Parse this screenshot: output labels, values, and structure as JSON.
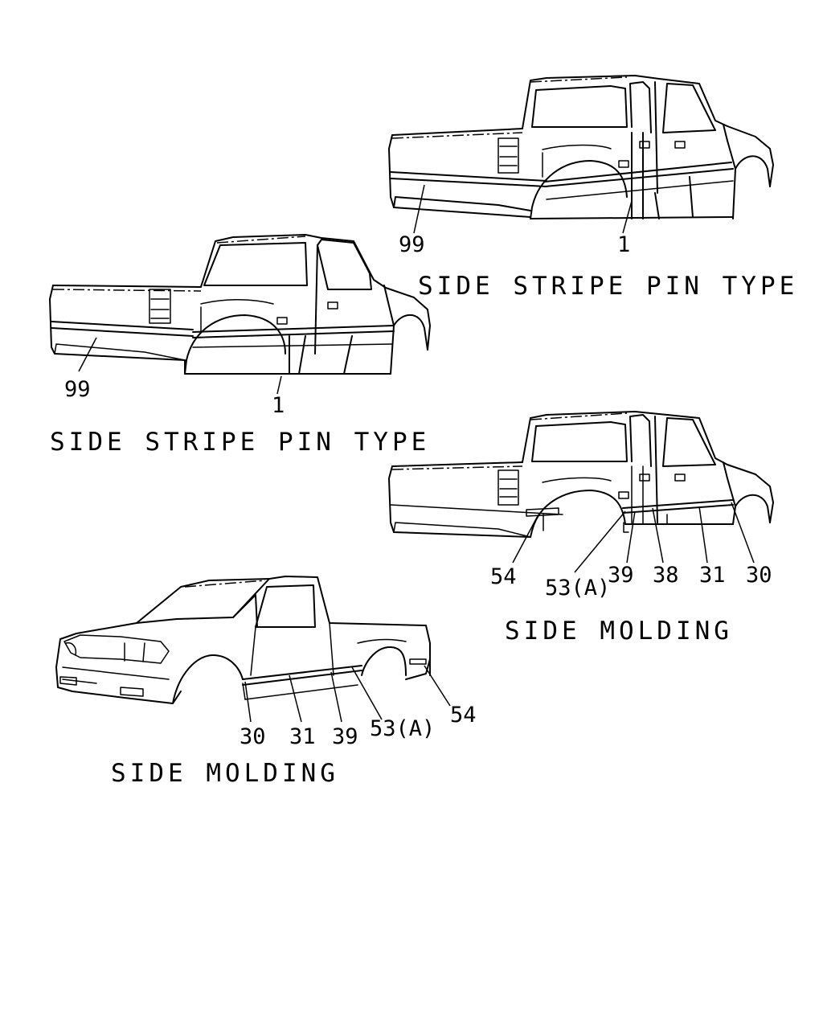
{
  "captions": {
    "stripe_crew": "SIDE STRIPE PIN TYPE",
    "stripe_space": "SIDE STRIPE PIN TYPE",
    "molding_crew": "SIDE MOLDING",
    "molding_space": "SIDE MOLDING"
  },
  "callouts": {
    "stripe_crew": [
      "99",
      "1"
    ],
    "stripe_space": [
      "99",
      "1"
    ],
    "molding_crew": [
      "54",
      "53(A)",
      "39",
      "38",
      "31",
      "30"
    ],
    "molding_space": [
      "30",
      "31",
      "39",
      "53(A)",
      "54"
    ]
  },
  "colors": {
    "line": "#000000",
    "background": "#ffffff"
  }
}
